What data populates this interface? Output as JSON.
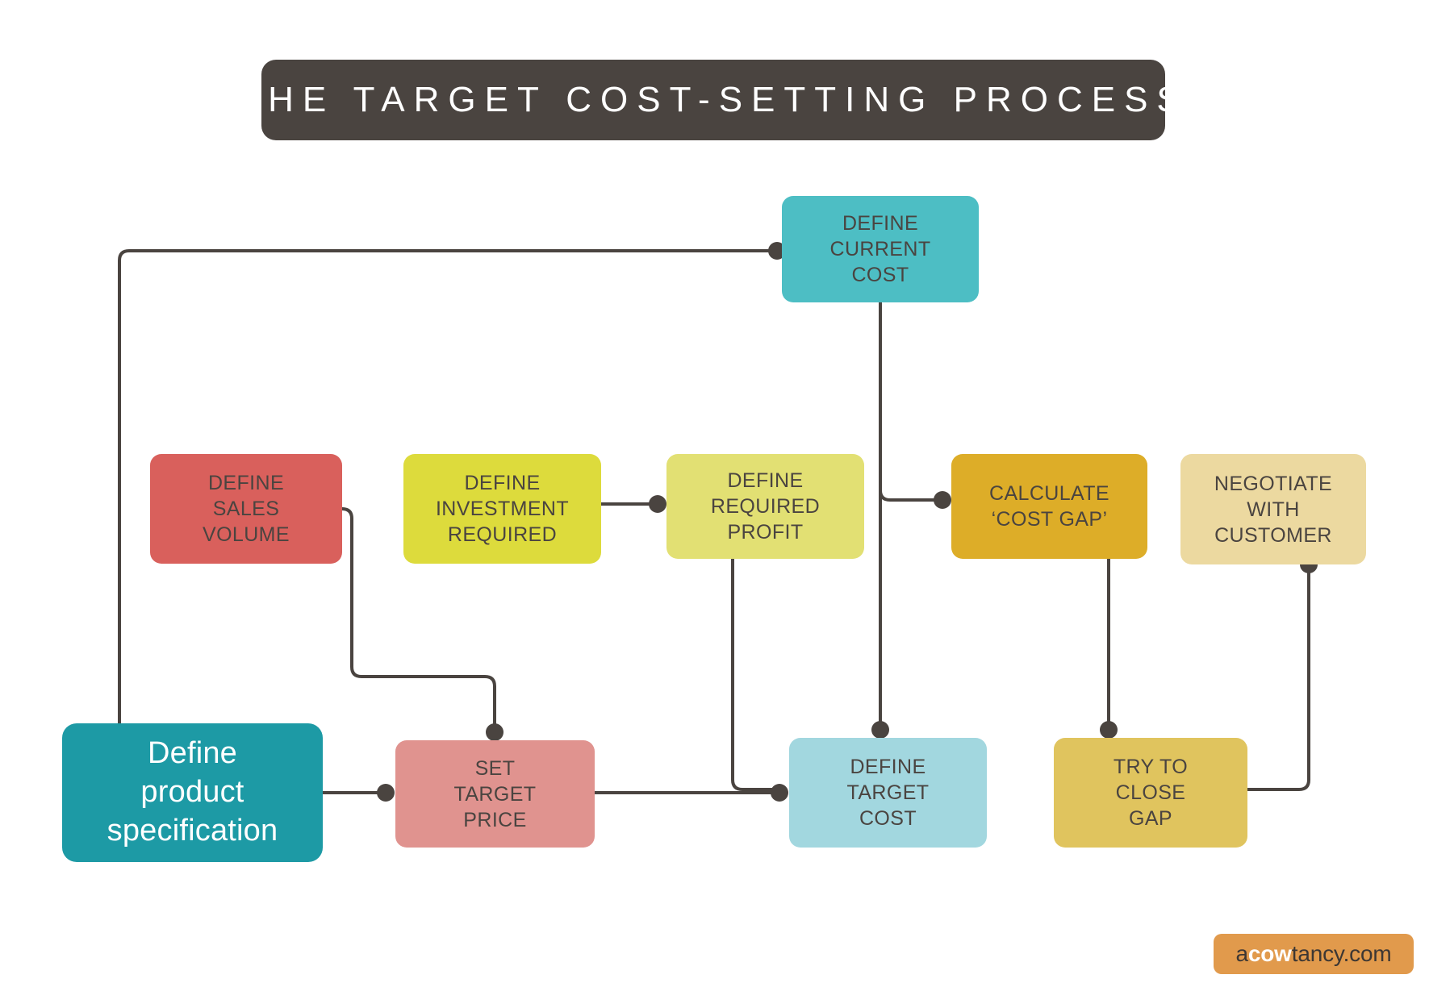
{
  "title": {
    "text": "THE TARGET COST-SETTING PROCESS"
  },
  "logo": {
    "prefix": "a",
    "highlight": "cow",
    "suffix": "tancy.com",
    "bg_color": "#e19a4c"
  },
  "palette": {
    "title_bg": "#4a4440",
    "wire": "#4a4440",
    "text_dark": "#4a4440",
    "text_light": "#ffffff"
  },
  "nodes": [
    {
      "id": "define-current-cost",
      "lines": [
        "DEFINE",
        "CURRENT",
        "COST"
      ],
      "color": "#4dbec4",
      "text_color": "#4a4440"
    },
    {
      "id": "define-sales-volume",
      "lines": [
        "DEFINE",
        "SALES",
        "VOLUME"
      ],
      "color": "#d9605c",
      "text_color": "#4a4440"
    },
    {
      "id": "define-investment-required",
      "lines": [
        "DEFINE",
        "INVESTMENT",
        "REQUIRED"
      ],
      "color": "#dddb3c",
      "text_color": "#4a4440"
    },
    {
      "id": "define-required-profit",
      "lines": [
        "DEFINE",
        "REQUIRED",
        "PROFIT"
      ],
      "color": "#e2e073",
      "text_color": "#4a4440"
    },
    {
      "id": "calculate-cost-gap",
      "lines": [
        "CALCULATE",
        "‘COST GAP’"
      ],
      "color": "#ddad28",
      "text_color": "#4a4440"
    },
    {
      "id": "negotiate-with-customer",
      "lines": [
        "NEGOTIATE",
        "WITH",
        "CUSTOMER"
      ],
      "color": "#ecd9a0",
      "text_color": "#4a4440"
    },
    {
      "id": "define-product-specification",
      "lines": [
        "Define",
        "product",
        "specification"
      ],
      "color": "#1d9aa5",
      "text_color": "#ffffff"
    },
    {
      "id": "set-target-price",
      "lines": [
        "SET",
        "TARGET",
        "PRICE"
      ],
      "color": "#e0938f",
      "text_color": "#4a4440"
    },
    {
      "id": "define-target-cost",
      "lines": [
        "DEFINE",
        "TARGET",
        "COST"
      ],
      "color": "#a2d7df",
      "text_color": "#4a4440"
    },
    {
      "id": "try-to-close-gap",
      "lines": [
        "TRY TO",
        "CLOSE",
        "GAP"
      ],
      "color": "#e0c45e",
      "text_color": "#4a4440"
    }
  ],
  "connections": [
    {
      "from": "define-current-cost",
      "to": "define-product-specification"
    },
    {
      "from": "define-sales-volume",
      "to": "set-target-price"
    },
    {
      "from": "define-investment-required",
      "to": "define-required-profit"
    },
    {
      "from": "define-current-cost",
      "to": "calculate-cost-gap"
    },
    {
      "from": "define-required-profit",
      "to": "define-target-cost"
    },
    {
      "from": "define-current-cost",
      "to": "define-target-cost"
    },
    {
      "from": "define-product-specification",
      "to": "set-target-price"
    },
    {
      "from": "set-target-price",
      "to": "define-target-cost"
    },
    {
      "from": "calculate-cost-gap",
      "to": "try-to-close-gap"
    },
    {
      "from": "negotiate-with-customer",
      "to": "try-to-close-gap"
    }
  ]
}
